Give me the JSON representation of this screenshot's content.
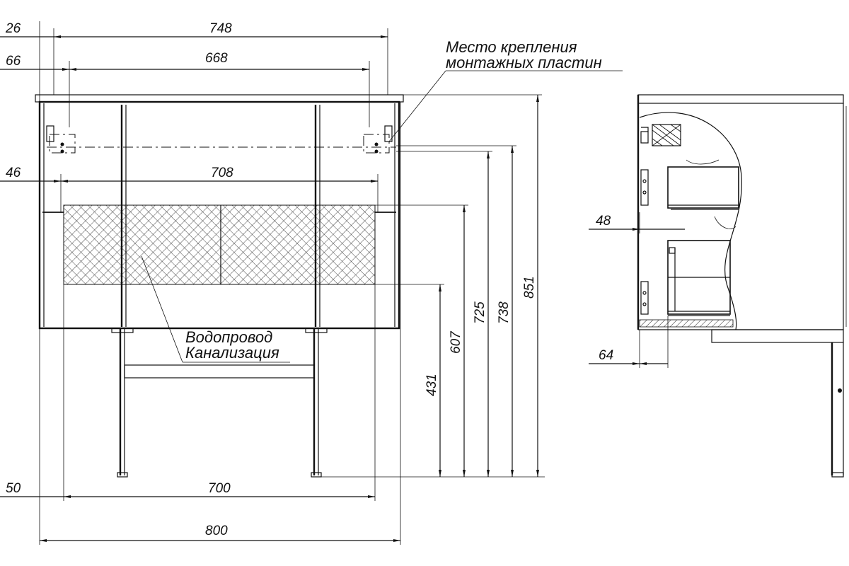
{
  "dimensions": {
    "front_total_width": "748",
    "front_offset_top": "26",
    "mounting_span": "668",
    "mounting_offset": "66",
    "inner_width": "708",
    "inner_offset": "46",
    "leg_span": "700",
    "leg_offset": "50",
    "overall_width": "800",
    "height_431": "431",
    "height_607": "607",
    "height_725": "725",
    "height_738": "738",
    "height_851": "851",
    "side_48": "48",
    "side_64": "64"
  },
  "labels": {
    "mounting_note_line1": "Место крепления",
    "mounting_note_line2": "монтажных пластин",
    "plumbing_line1": "Водопровод",
    "plumbing_line2": "Канализация"
  }
}
